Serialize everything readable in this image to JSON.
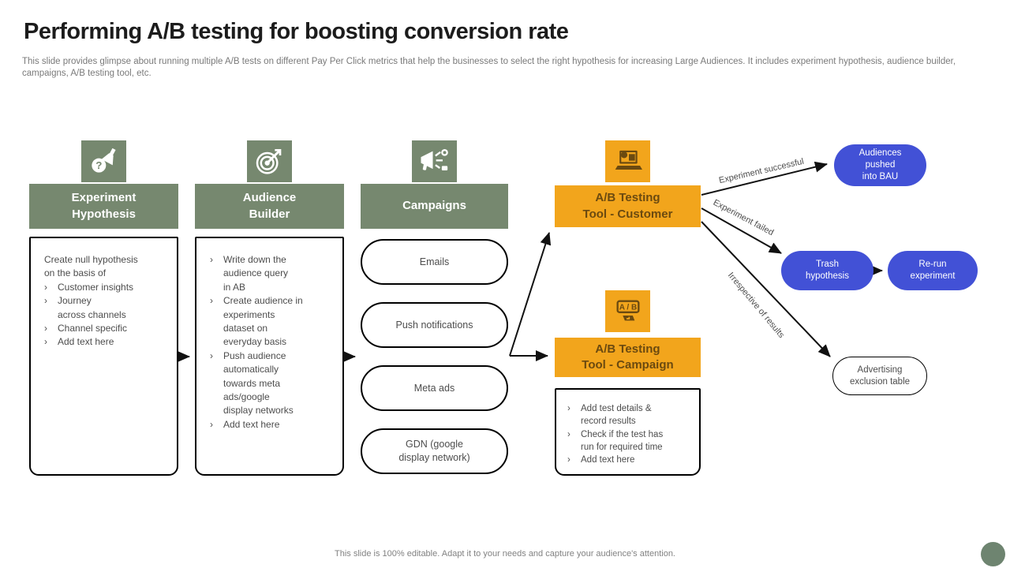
{
  "slide": {
    "title": "Performing A/B testing for boosting conversion rate",
    "subtitle": "This slide provides glimpse about running multiple A/B tests on different Pay Per Click metrics that help the businesses to select the right hypothesis for increasing Large Audiences. It includes experiment hypothesis, audience builder, campaigns, A/B testing tool, etc.",
    "footer_note": "This slide is 100% editable. Adapt it to your needs and capture your audience's attention."
  },
  "ui": {
    "bullet_char": "›"
  },
  "colors": {
    "green": "#76886F",
    "orange": "#F2A51C",
    "orange_text": "#6B4A10",
    "blue": "#4251D6",
    "footer_circle": "#6E8470"
  },
  "icons": {
    "question_mark": "?",
    "ab_badge": "A / B"
  },
  "columns": {
    "hypothesis": {
      "title": "Experiment\nHypothesis",
      "intro": "Create null hypothesis\non the basis of",
      "bullets": [
        "Customer insights",
        "Journey\nacross channels",
        "Channel specific",
        "Add text here"
      ]
    },
    "audience": {
      "title": "Audience\nBuilder",
      "bullets": [
        "Write down the\naudience query\nin AB",
        "Create audience in\nexperiments\ndataset on\neveryday basis",
        "Push audience\nautomatically\ntowards meta\nads/google\ndisplay networks",
        "Add text here"
      ]
    },
    "campaigns": {
      "title": "Campaigns",
      "items": [
        "Emails",
        "Push notifications",
        "Meta ads",
        "GDN (google\ndisplay network)"
      ]
    }
  },
  "tools": {
    "customer": {
      "title": "A/B Testing\nTool - Customer"
    },
    "campaign": {
      "title": "A/B Testing\nTool - Campaign",
      "bullets": [
        "Add test details &\nrecord results",
        "Check if the test has\nrun for required time",
        "Add text here"
      ]
    }
  },
  "outcomes": {
    "bau": "Audiences\npushed\ninto BAU",
    "trash": "Trash\nhypothesis",
    "rerun": "Re-run\nexperiment",
    "advertising": "Advertising\nexclusion table"
  },
  "arrow_labels": {
    "successful": "Experiment successful",
    "failed": "Experiment failed",
    "irrespective": "Irrespective of results"
  }
}
